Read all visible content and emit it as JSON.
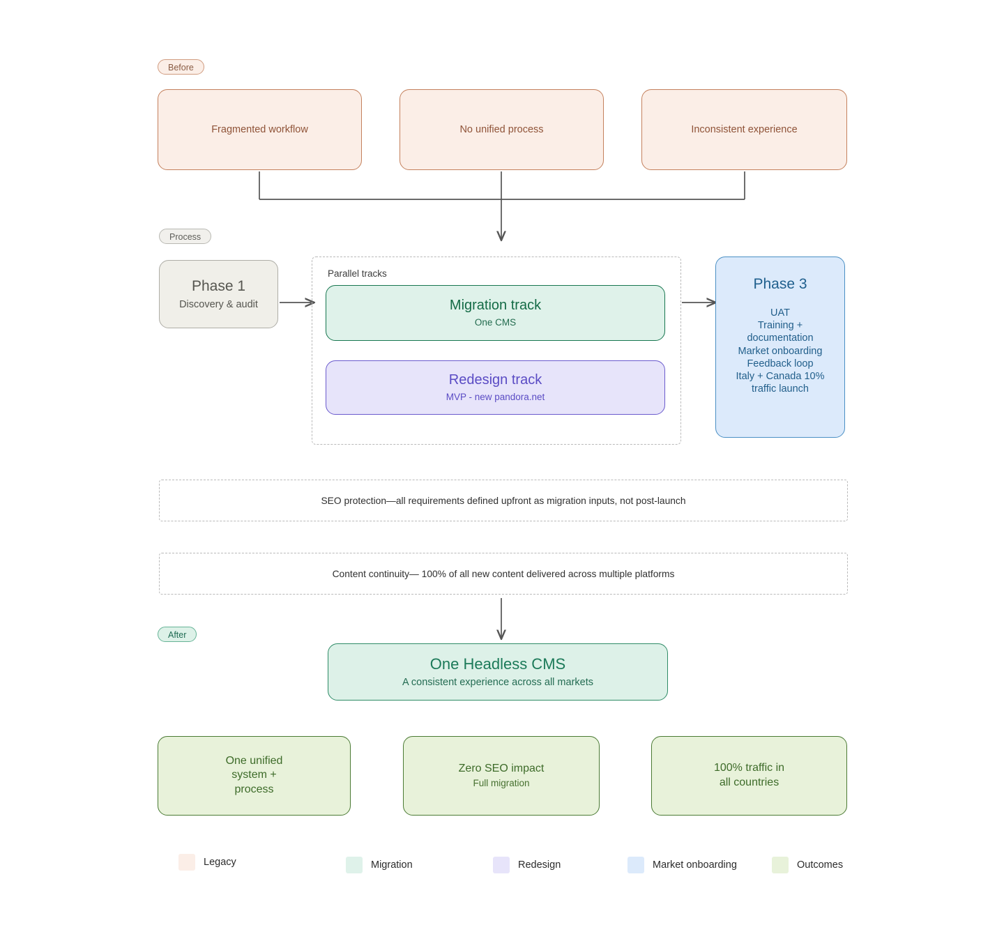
{
  "sections": {
    "before_label": "Before",
    "process_label": "Process",
    "after_label": "After"
  },
  "before": {
    "items": [
      {
        "label": "Fragmented workflow"
      },
      {
        "label": "No unified process"
      },
      {
        "label": "Inconsistent experience"
      }
    ]
  },
  "process": {
    "phase1": {
      "title": "Phase 1",
      "subtitle": "Discovery & audit"
    },
    "tracks_container_label": "Parallel tracks",
    "tracks": [
      {
        "title": "Migration track",
        "subtitle": "One CMS"
      },
      {
        "title": "Redesign track",
        "subtitle": "MVP - new pandora.net"
      }
    ],
    "phase3": {
      "title": "Phase 3",
      "lines": [
        "UAT",
        "Training +",
        "documentation",
        "Market onboarding",
        "Feedback loop",
        "Italy + Canada 10%",
        "traffic launch"
      ]
    }
  },
  "banners": [
    {
      "text": "SEO protection—all requirements defined upfront as migration inputs, not post-launch"
    },
    {
      "text": "Content continuity— 100% of all new content delivered across multiple platforms"
    }
  ],
  "after": {
    "headline": {
      "title": "One Headless CMS",
      "subtitle": "A consistent experience across all markets"
    },
    "outcomes": [
      {
        "title": "One unified\nsystem +\nprocess",
        "subtitle": ""
      },
      {
        "title": "Zero SEO impact",
        "subtitle": "Full migration"
      },
      {
        "title": "100% traffic in\nall countries",
        "subtitle": ""
      }
    ]
  },
  "legend": [
    {
      "label": "Legacy",
      "color": "#fbeee7"
    },
    {
      "label": "Migration",
      "color": "#dff2ea"
    },
    {
      "label": "Redesign",
      "color": "#e7e4fa"
    },
    {
      "label": "Market onboarding",
      "color": "#dceafb"
    },
    {
      "label": "Outcomes",
      "color": "#e8f2da"
    }
  ],
  "colors": {
    "legacy_fill": "#fbeee7",
    "legacy_border": "#c4805c",
    "phase1_fill": "#f0efe9",
    "migration_fill": "#dff2ea",
    "migration_border": "#17764f",
    "redesign_fill": "#e7e4fa",
    "redesign_border": "#6a5acd",
    "phase3_fill": "#dceafb",
    "phase3_border": "#4a8fc4",
    "outcome_fill": "#e8f2da",
    "outcome_border": "#4a7a33",
    "connector": "#555555",
    "dashed": "#b9b9b9"
  }
}
